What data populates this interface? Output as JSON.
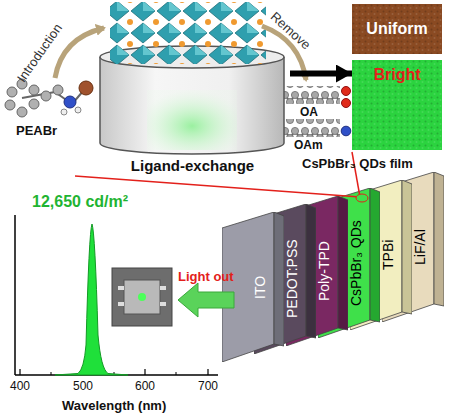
{
  "diagram": {
    "nodes": [
      {
        "text": [
          "Ligand-exchange"
        ]
      },
      {
        "text": [
          "Uniform"
        ]
      },
      {
        "text": [
          "Bright"
        ]
      },
      {
        "text": [
          "ITO"
        ]
      },
      {
        "text": [
          "PEDOT:PSS"
        ]
      },
      {
        "text": [
          "Poly-TPD"
        ]
      },
      {
        "text": [
          "CsPbBr₃ QDs"
        ]
      },
      {
        "text": [
          "TPBi"
        ]
      },
      {
        "text": [
          "LiF/Al"
        ]
      }
    ],
    "edges": [
      {
        "from": 0,
        "to": 2,
        "arrow": "to"
      }
    ],
    "labels": [
      "Introduction",
      "Remove",
      "PEABr",
      "OA",
      "OAm",
      "CsPbBr₃ QDs film",
      "12,650 cd/m²",
      "Light out",
      "400",
      "500",
      "600",
      "700",
      "Wavelength (nm)"
    ]
  }
}
